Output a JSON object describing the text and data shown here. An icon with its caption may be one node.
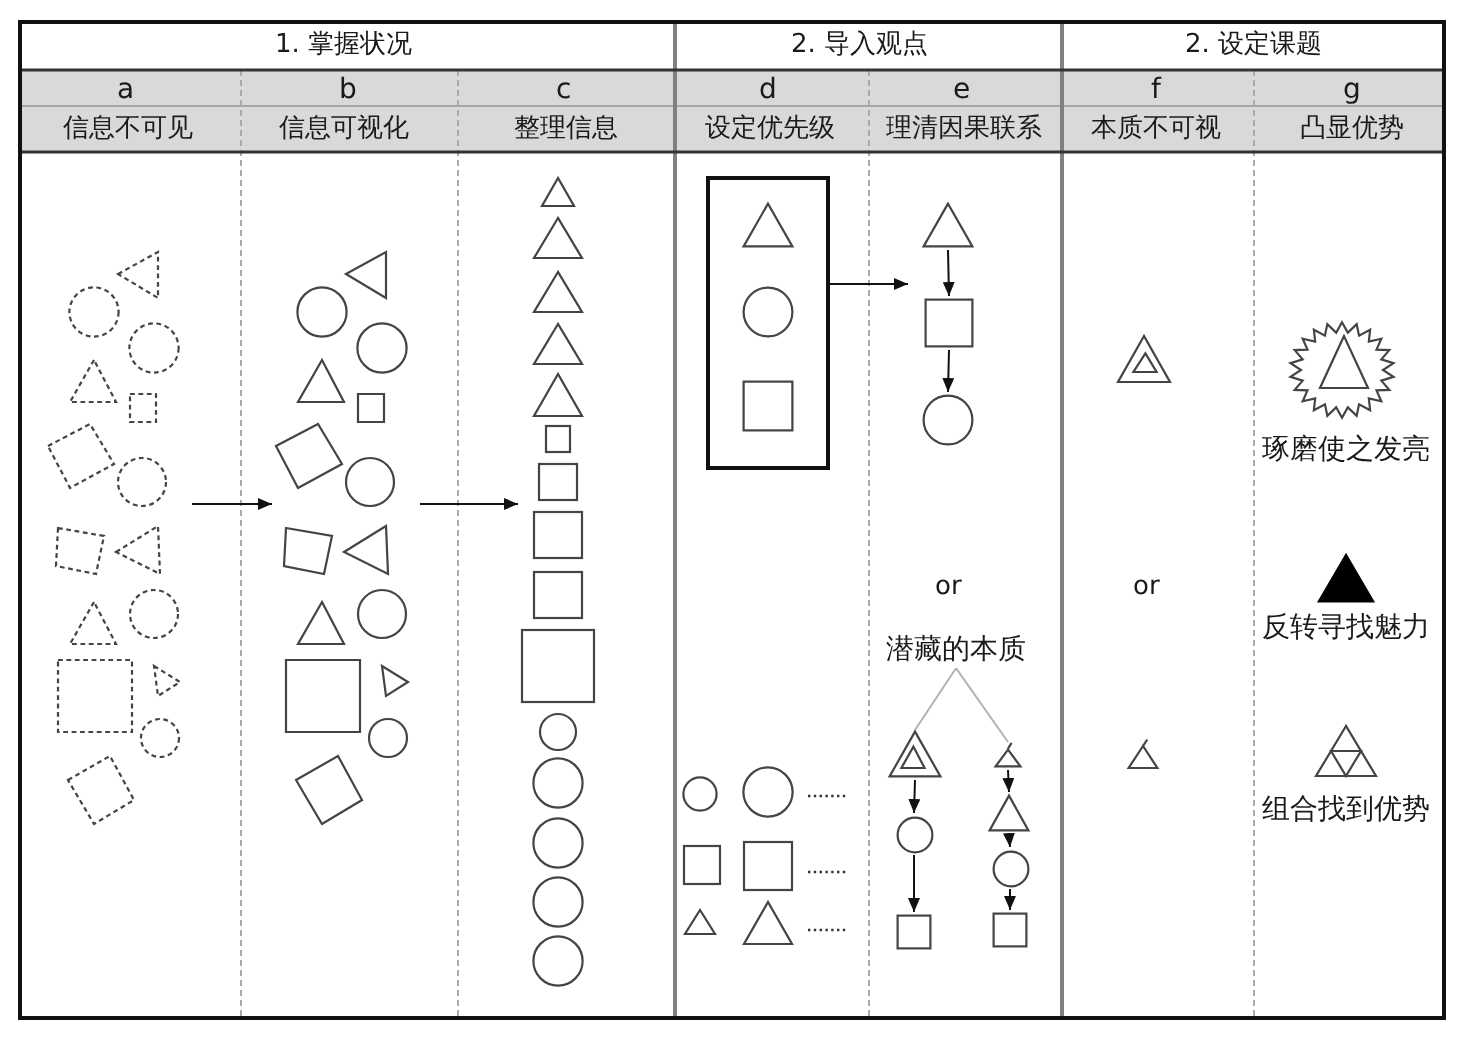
{
  "diagram": {
    "nodes": [
      {
        "text": [],
        "shape": "picture"
      },
      {
        "text": [],
        "shape": "picture"
      },
      {
        "text": [],
        "shape": "picture"
      },
      {
        "text": [],
        "shape": "box"
      },
      {
        "text": [],
        "shape": "triangle",
        "in": 3
      },
      {
        "text": [],
        "shape": "circle",
        "in": 3
      },
      {
        "text": [],
        "shape": "square",
        "in": 3
      },
      {
        "text": [],
        "shape": "triangle"
      },
      {
        "text": [],
        "shape": "square"
      },
      {
        "text": [],
        "shape": "circle"
      },
      {
        "text": [
          "潜藏的本质"
        ]
      },
      {
        "text": [],
        "shape": "triangle"
      },
      {
        "text": [],
        "shape": "circle"
      },
      {
        "text": [],
        "shape": "square"
      },
      {
        "text": [],
        "shape": "triangle"
      },
      {
        "text": [],
        "shape": "triangle"
      },
      {
        "text": [],
        "shape": "circle"
      },
      {
        "text": [],
        "shape": "square"
      }
    ],
    "edges": [
      {
        "from": 0,
        "to": 1,
        "arrow": "to"
      },
      {
        "from": 1,
        "to": 2,
        "arrow": "to"
      },
      {
        "from": 3,
        "to": 7,
        "arrow": "to"
      },
      {
        "from": 7,
        "to": 8,
        "arrow": "to"
      },
      {
        "from": 8,
        "to": 9,
        "arrow": "to"
      },
      {
        "from": 10,
        "to": 11,
        "arrow": "none",
        "color": "#b3b3b3"
      },
      {
        "from": 10,
        "to": 14,
        "arrow": "none",
        "color": "#b3b3b3"
      },
      {
        "from": 11,
        "to": 12,
        "arrow": "to"
      },
      {
        "from": 12,
        "to": 13,
        "arrow": "to"
      },
      {
        "from": 14,
        "to": 15,
        "arrow": "to"
      },
      {
        "from": 15,
        "to": 16,
        "arrow": "to"
      },
      {
        "from": 16,
        "to": 17,
        "arrow": "to"
      }
    ],
    "labels": [
      "1. 掌握状况",
      "2. 导入观点",
      "2. 设定课题",
      "a",
      "b",
      "c",
      "d",
      "e",
      "f",
      "g",
      "信息不可见",
      "信息可视化",
      "整理信息",
      "设定优先级",
      "理清因果联系",
      "本质不可视",
      "凸显优势",
      "琢磨使之发亮",
      "or",
      "or",
      "反转寻找魅力",
      "组合找到优势"
    ]
  }
}
